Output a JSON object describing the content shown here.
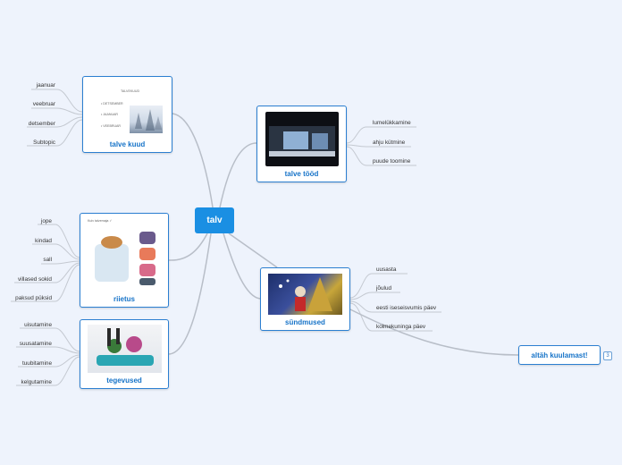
{
  "root": {
    "label": "talv"
  },
  "topics": {
    "talve_kuud": {
      "title": "talve kuud",
      "image_text": [
        "TALVEKUUD",
        "• DETSEMBER",
        "• JAANUAR",
        "• VEEBRUAR"
      ],
      "subtopics": [
        "jaanuar",
        "veebruar",
        "detsember",
        "Subtopic"
      ]
    },
    "talve_tood": {
      "title": "talve tööd",
      "subtopics": [
        "lumelükkamine",
        "ahju kütmine",
        "puude toomine"
      ]
    },
    "riietus": {
      "title": "riietus",
      "image_text": [
        "Kuiv talvemaja ✓"
      ],
      "subtopics": [
        "jope",
        "kindad",
        "sall",
        "villased sokid",
        "paksud püksid"
      ]
    },
    "tegevused": {
      "title": "tegevused",
      "subtopics": [
        "uisutamine",
        "suusatamine",
        "tuubitamine",
        "kelgutamine"
      ]
    },
    "syndmused": {
      "title": "sündmused",
      "subtopics": [
        "uusasta",
        "jõulud",
        "eesti iseseisvumis päev",
        "kolmekuninga päev"
      ]
    },
    "altah": {
      "title": "altäh kuulamast!",
      "count": "3"
    }
  },
  "colors": {
    "background": "#eef3fc",
    "root": "#1a8fe3",
    "topic_border": "#2b7fd1",
    "topic_title": "#1673c8",
    "connector": "#b8bec8"
  }
}
